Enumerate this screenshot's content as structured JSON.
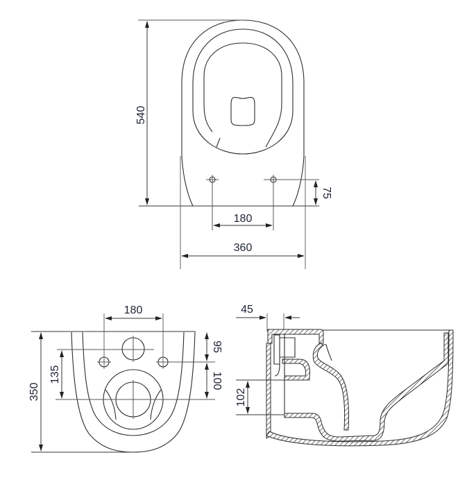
{
  "drawing": {
    "title": "Wall-hung toilet technical dimension drawing",
    "units": "mm",
    "line_color": "#2b2b2b",
    "text_color": "#1c2233"
  },
  "top_view": {
    "overall_length": "540",
    "bolt_offset_from_wall": "75",
    "bolt_spacing": "180",
    "overall_width": "360"
  },
  "rear_view": {
    "bolt_spacing": "180",
    "overall_height": "350",
    "outlet_height_from_inlet": "135",
    "inlet_to_bolts": "95",
    "bolts_to_outlet": "100"
  },
  "side_section": {
    "wall_recess": "45",
    "outlet_opening": "102"
  }
}
